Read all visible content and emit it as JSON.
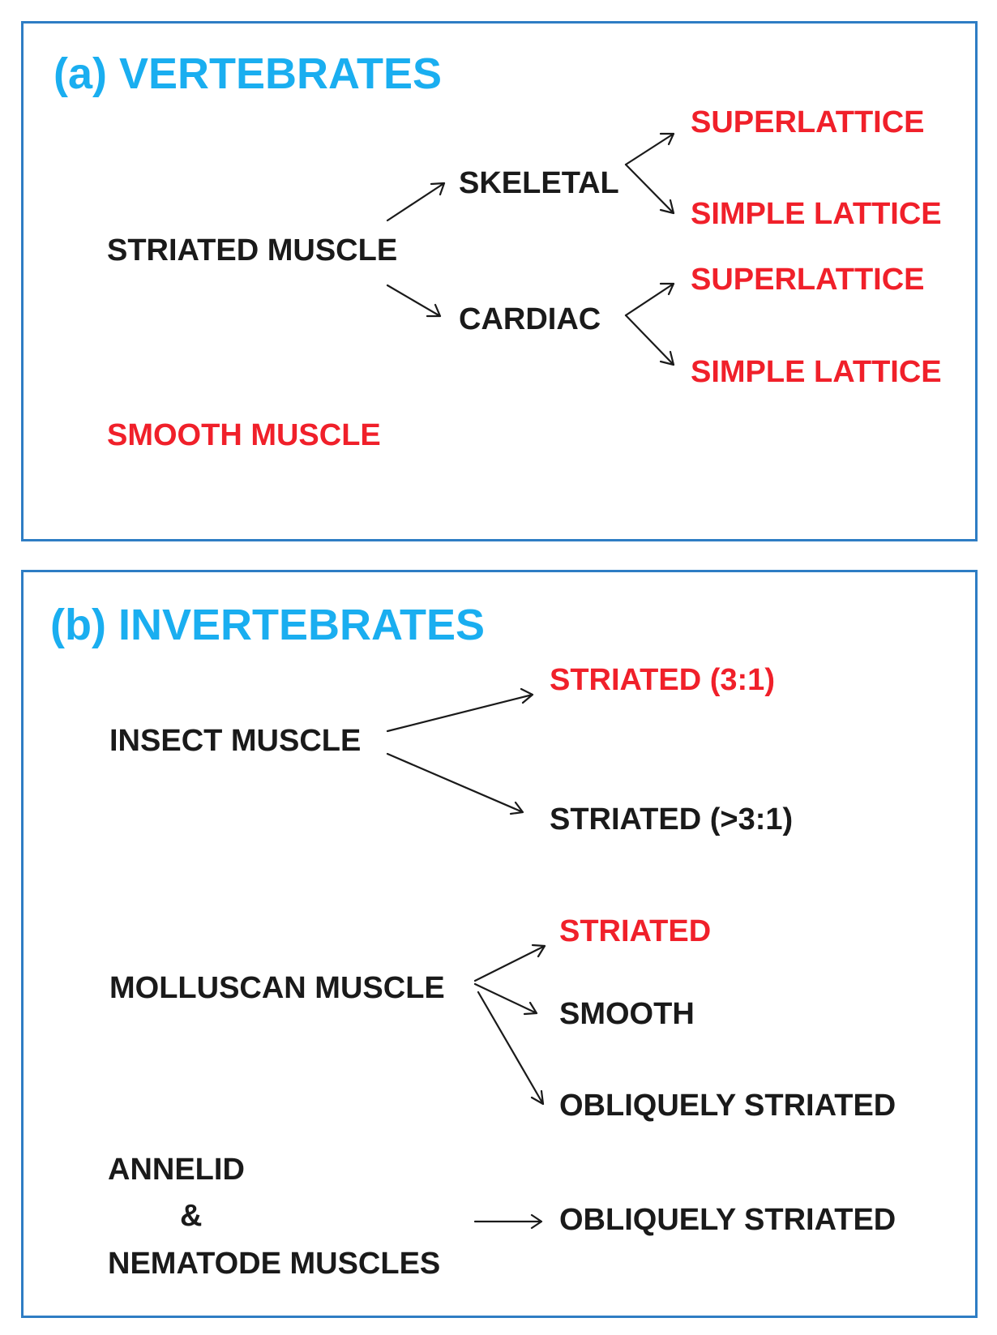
{
  "colors": {
    "border": "#2e7dc4",
    "heading": "#1aaef0",
    "black": "#1a1a1a",
    "red": "#f0202a"
  },
  "panel_a": {
    "heading": "(a) VERTEBRATES",
    "striated_muscle": "STRIATED MUSCLE",
    "skeletal": "SKELETAL",
    "cardiac": "CARDIAC",
    "skeletal_superlattice": "SUPERLATTICE",
    "skeletal_simple_lattice": "SIMPLE LATTICE",
    "cardiac_superlattice": "SUPERLATTICE",
    "cardiac_simple_lattice": "SIMPLE LATTICE",
    "smooth_muscle": "SMOOTH MUSCLE"
  },
  "panel_b": {
    "heading": "(b) INVERTEBRATES",
    "insect_muscle": "INSECT MUSCLE",
    "insect_striated_3_1": "STRIATED (3:1)",
    "insect_striated_gt_3_1": "STRIATED (>3:1)",
    "molluscan_muscle": "MOLLUSCAN MUSCLE",
    "molluscan_striated": "STRIATED",
    "molluscan_smooth": "SMOOTH",
    "molluscan_obliquely_striated": "OBLIQUELY STRIATED",
    "annelid": "ANNELID",
    "ampersand": "&",
    "nematode_muscles": "NEMATODE MUSCLES",
    "annelid_obliquely_striated": "OBLIQUELY STRIATED"
  }
}
